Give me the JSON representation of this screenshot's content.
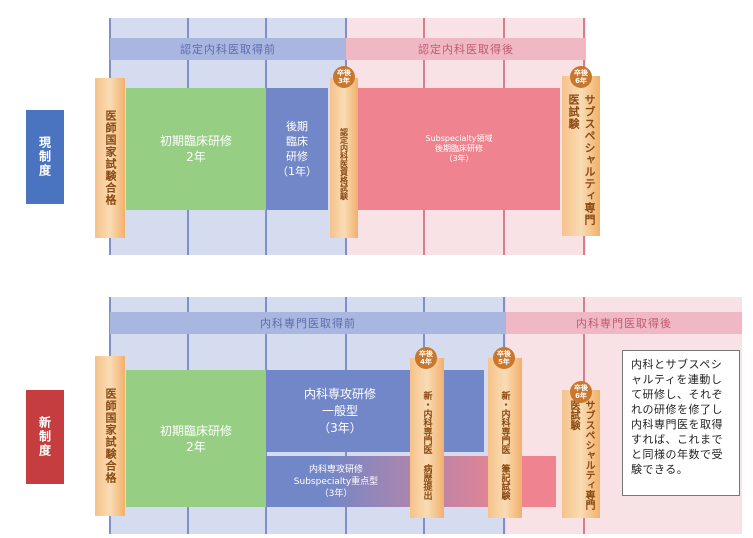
{
  "current_system": {
    "label": "現制度",
    "band_before": "認定内科医取得前",
    "band_after": "認定内科医取得後",
    "pillar_license": "医師国家試験合格",
    "initial_training": {
      "title": "初期臨床研修",
      "years": "2年"
    },
    "later_training": {
      "line1": "後期",
      "line2": "臨床",
      "line3": "研修",
      "years": "（1年）"
    },
    "badge_3": {
      "top": "卒後",
      "bottom": "3年"
    },
    "pillar_certified_exam": "認定内科医資格試験",
    "subspecialty": {
      "line1": "Subspecialty領域",
      "line2": "後期臨床研修",
      "line3": "（3年）"
    },
    "badge_6": {
      "top": "卒後",
      "bottom": "6年"
    },
    "pillar_subspecialty_exam": "サブスペシャルティ専門医試験"
  },
  "new_system": {
    "label": "新制度",
    "band_before": "内科専門医取得前",
    "band_after": "内科専門医取得後",
    "pillar_license": "医師国家試験合格",
    "initial_training": {
      "title": "初期臨床研修",
      "years": "2年"
    },
    "general_track": {
      "line1": "内科専攻研修",
      "line2": "一般型",
      "line3": "（3年）"
    },
    "subspecialty_track": {
      "line1": "内科専攻研修",
      "line2": "Subspecialty重点型",
      "line3": "（3年）"
    },
    "badge_4": {
      "top": "卒後",
      "bottom": "4年"
    },
    "pillar_case_submission": "新・内科専門医 病歴提出",
    "badge_5": {
      "top": "卒後",
      "bottom": "5年"
    },
    "pillar_written_exam": "新・内科専門医 筆記試験",
    "badge_6": {
      "top": "卒後",
      "bottom": "6年"
    },
    "pillar_subspecialty_exam": "サブスペシャルティ専門医試験",
    "note": "内科とサブスペシャルティを連動して研修し、それぞれの研修を修了し内科専門医を取得すれば、これまでと同様の年数で受験できる。"
  }
}
